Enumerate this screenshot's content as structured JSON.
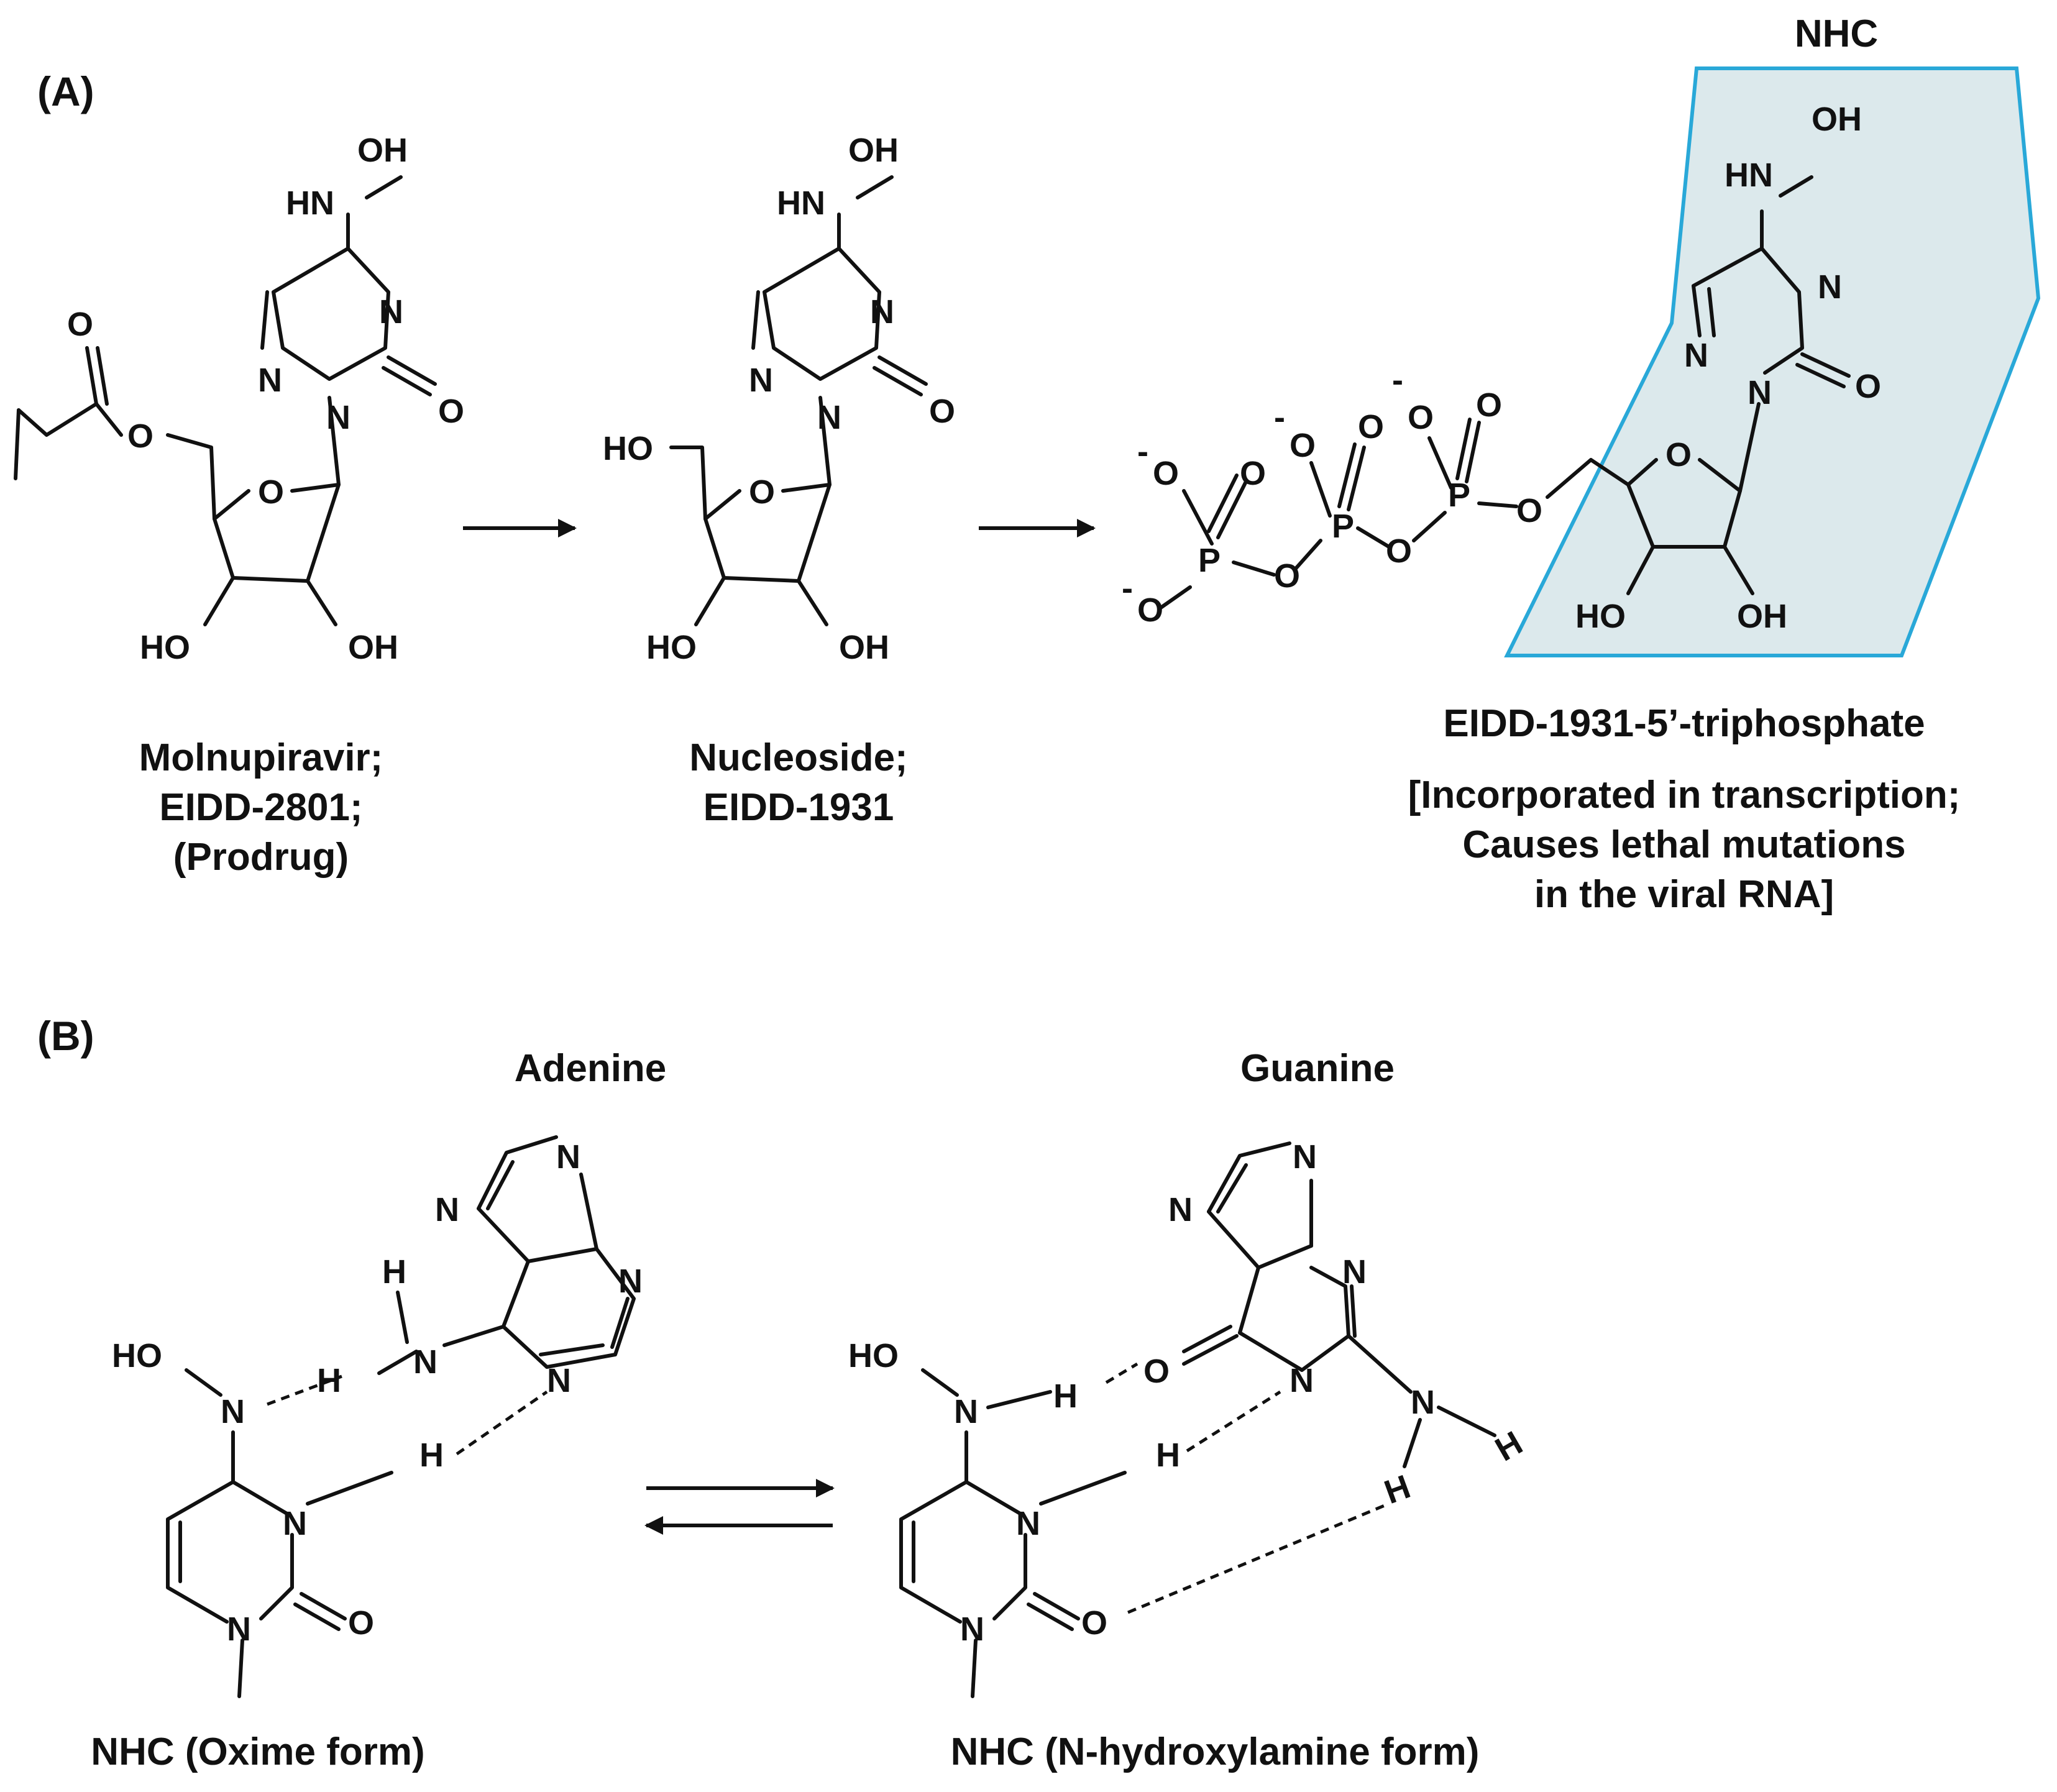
{
  "panel_a": {
    "label": "(A)",
    "highlight_label": "NHC",
    "prodrug": {
      "caption": [
        "Molnupiravir;",
        "EIDD-2801;",
        "(Prodrug)"
      ]
    },
    "nucleoside": {
      "caption": [
        "Nucleoside;",
        "EIDD-1931"
      ]
    },
    "triphosphate": {
      "caption": [
        "EIDD-1931-5’-triphosphate",
        "[Incorporated in transcription;",
        "Causes lethal mutations",
        "in the viral RNA]"
      ]
    }
  },
  "panel_b": {
    "label": "(B)",
    "adenine_label": "Adenine",
    "guanine_label": "Guanine",
    "oxime_caption": "NHC (Oxime form)",
    "hydroxylamine_caption": "NHC (N-hydroxylamine form)"
  },
  "colors": {
    "highlight_stroke": "#29a8d8",
    "highlight_fill": "#dce9ec"
  }
}
